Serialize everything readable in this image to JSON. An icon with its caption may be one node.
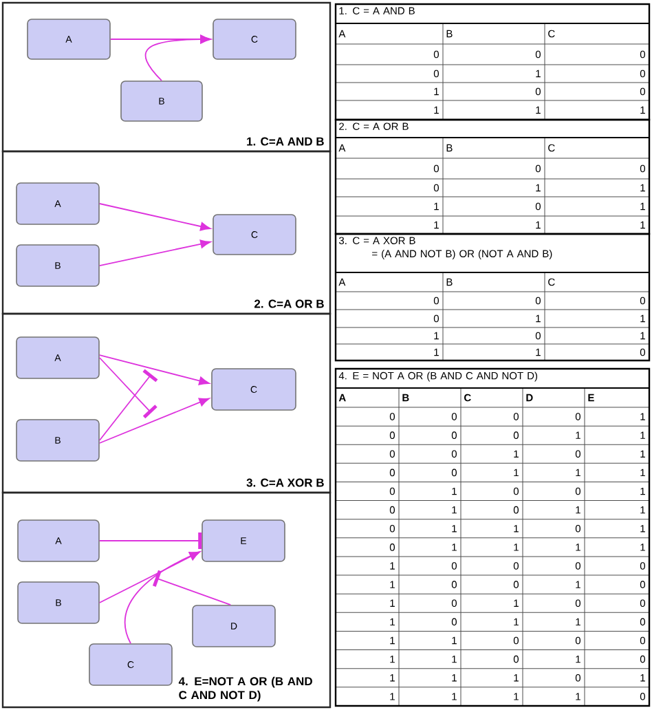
{
  "diagram": {
    "nodes": [
      {
        "text": [
          "1. C=A AND B"
        ]
      },
      {
        "text": [
          "A"
        ],
        "in": 0
      },
      {
        "text": [
          "C"
        ],
        "in": 0
      },
      {
        "text": [
          "B"
        ],
        "in": 0
      },
      {
        "text": [
          "2. C=A OR B"
        ]
      },
      {
        "text": [
          "A"
        ],
        "in": 4
      },
      {
        "text": [
          "C"
        ],
        "in": 4
      },
      {
        "text": [
          "B"
        ],
        "in": 4
      },
      {
        "text": [
          "3. C=A XOR B"
        ]
      },
      {
        "text": [
          "A"
        ],
        "in": 8
      },
      {
        "text": [
          "C"
        ],
        "in": 8
      },
      {
        "text": [
          "B"
        ],
        "in": 8
      },
      {
        "text": [
          "4. E=NOT A OR (B AND C AND NOT D)"
        ]
      },
      {
        "text": [
          "A"
        ],
        "in": 12
      },
      {
        "text": [
          "E"
        ],
        "in": 12
      },
      {
        "text": [
          "B"
        ],
        "in": 12
      },
      {
        "text": [
          "D"
        ],
        "in": 12
      },
      {
        "text": [
          "C"
        ],
        "in": 12
      }
    ],
    "edges": [
      {
        "from": 1,
        "to": 2,
        "arrow": "to"
      },
      {
        "from": 3,
        "to": 2,
        "arrow": "to"
      },
      {
        "from": 5,
        "to": 6,
        "arrow": "to"
      },
      {
        "from": 7,
        "to": 6,
        "arrow": "to"
      },
      {
        "from": 9,
        "to": 10,
        "arrow": "to"
      },
      {
        "from": 11,
        "to": 10,
        "arrow": "to"
      },
      {
        "from": 9,
        "to": null,
        "arrow": "other"
      },
      {
        "from": 11,
        "to": null,
        "arrow": "other"
      },
      {
        "from": 13,
        "to": 14,
        "arrow": "other"
      },
      {
        "from": 15,
        "to": 14,
        "arrow": "to"
      },
      {
        "from": 17,
        "to": 14,
        "arrow": "to"
      },
      {
        "from": 16,
        "to": null,
        "arrow": "other"
      }
    ],
    "labels": [
      "1. C = A AND B",
      "A",
      "B",
      "C",
      "0",
      "0",
      "0",
      "0",
      "1",
      "0",
      "1",
      "0",
      "0",
      "1",
      "1",
      "1",
      "2. C = A OR B",
      "A",
      "B",
      "C",
      "0",
      "0",
      "0",
      "0",
      "1",
      "1",
      "1",
      "0",
      "1",
      "1",
      "1",
      "1",
      "3. C = A XOR B = (A AND NOT B) OR (NOT A AND B)",
      "A",
      "B",
      "C",
      "0",
      "0",
      "0",
      "0",
      "1",
      "1",
      "1",
      "0",
      "1",
      "1",
      "1",
      "0",
      "4. E = NOT A OR (B AND C AND NOT D)",
      "A",
      "B",
      "C",
      "D",
      "E",
      "0",
      "0",
      "0",
      "0",
      "1",
      "0",
      "0",
      "0",
      "1",
      "1",
      "0",
      "0",
      "1",
      "0",
      "1",
      "0",
      "0",
      "1",
      "1",
      "1",
      "0",
      "1",
      "0",
      "0",
      "1",
      "0",
      "1",
      "0",
      "1",
      "1",
      "0",
      "1",
      "1",
      "0",
      "1",
      "0",
      "1",
      "1",
      "1",
      "1",
      "1",
      "0",
      "0",
      "0",
      "0",
      "1",
      "0",
      "0",
      "1",
      "0",
      "1",
      "0",
      "1",
      "0",
      "0",
      "1",
      "0",
      "1",
      "1",
      "0",
      "1",
      "1",
      "0",
      "0",
      "0",
      "1",
      "1",
      "0",
      "1",
      "0",
      "1",
      "1",
      "1",
      "0",
      "1",
      "1",
      "1",
      "1",
      "1",
      "0"
    ]
  }
}
